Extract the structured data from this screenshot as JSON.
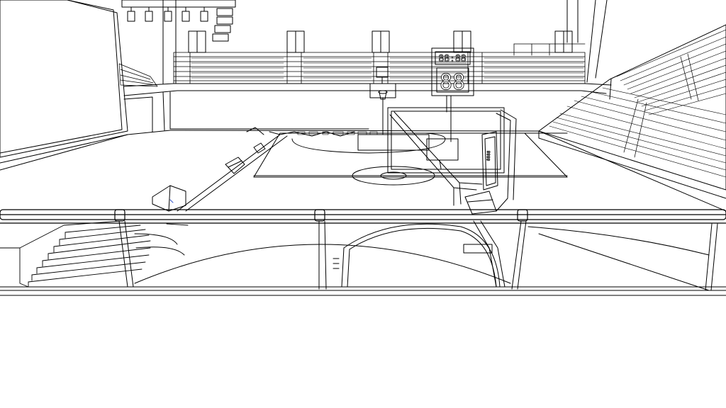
{
  "scene": {
    "kind": "line-art-render",
    "subject": "",
    "style": {
      "line_color": "#000000",
      "background": "#ffffff"
    }
  },
  "scoreboard": {
    "top_digits": "88:88",
    "bottom_digits": "88"
  },
  "shot_clock": {
    "digits": "8888"
  }
}
